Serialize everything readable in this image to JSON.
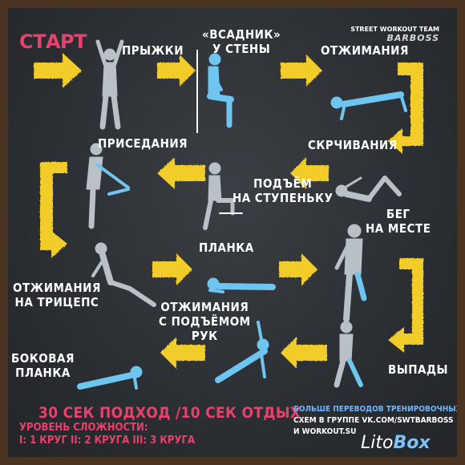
{
  "start_label": "СТАРТ",
  "team": {
    "line1": "STREET WORKOUT TEAM",
    "line2": "BARBOSS"
  },
  "exercises": [
    {
      "label": "ПРЫЖКИ"
    },
    {
      "label_line1": "«ВСАДНИК»",
      "label_line2": "У СТЕНЫ"
    },
    {
      "label": "ОТЖИМАНИЯ"
    },
    {
      "label": "СКРЧИВАНИЯ"
    },
    {
      "label_line1": "ПОДЪЁМ",
      "label_line2": "НА СТУПЕНЬКУ"
    },
    {
      "label": "ПРИСЕДАНИЯ"
    },
    {
      "label_line1": "ОТЖИМАНИЯ",
      "label_line2": "НА ТРИЦЕПС"
    },
    {
      "label": "ПЛАНКА"
    },
    {
      "label_line1": "БЕГ",
      "label_line2": "НА МЕСТЕ"
    },
    {
      "label": "ВЫПАДЫ"
    },
    {
      "label_line1": "ОТЖИМАНИЯ",
      "label_line2": "С ПОДЪЁМОМ",
      "label_line3": "РУК"
    },
    {
      "label_line1": "БОКОВАЯ",
      "label_line2": "ПЛАНКА"
    }
  ],
  "footer": {
    "timing": "30 СЕК ПОДХОД /10 СЕК ОТДЫХ",
    "level_title": "УРОВЕНЬ СЛОЖНОСТИ:",
    "levels": "I: 1 КРУГ  II: 2 КРУГА  III: 3 КРУГА",
    "promo_line1": "БОЛЬШЕ ПЕРЕВОДОВ ТРЕНИРОВОЧНЫХ",
    "promo_line2_a": "СХЕМ В ГРУППЕ ",
    "promo_line2_b": "VK.COM/SWTBARBOSS",
    "promo_line3": "И WORKOUT.SU",
    "brand_a": "Lito",
    "brand_b": "Box"
  },
  "colors": {
    "arrow": "#f2cd2a",
    "figure_gray": "#b9c0c8",
    "figure_blue": "#6ec6f0",
    "accent_pink": "#e8416e"
  }
}
